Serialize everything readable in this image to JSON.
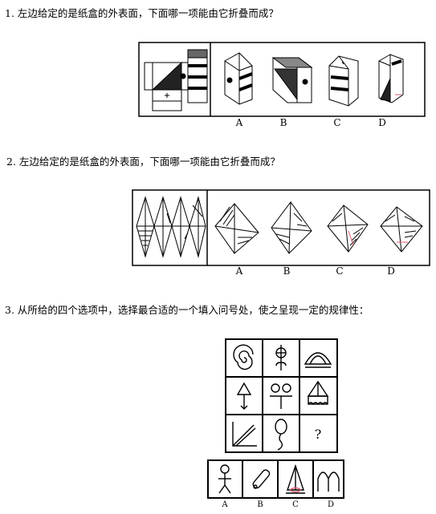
{
  "questions": [
    {
      "number": "1.",
      "text": "左边给定的是纸盒的外表面，下面哪一项能由它折叠而成？",
      "options": [
        "A",
        "B",
        "C",
        "D"
      ]
    },
    {
      "number": "2.",
      "text": "左边给定的是纸盒的外表面，下面哪一项能由它折叠而成？",
      "options": [
        "A",
        "B",
        "C",
        "D"
      ]
    },
    {
      "number": "3.",
      "text": "从所给的四个选项中，选择最合适的一个填入问号处，使之呈现一定的规律性：",
      "options": [
        "A",
        "B",
        "C",
        "D"
      ],
      "question_mark": "?"
    }
  ]
}
